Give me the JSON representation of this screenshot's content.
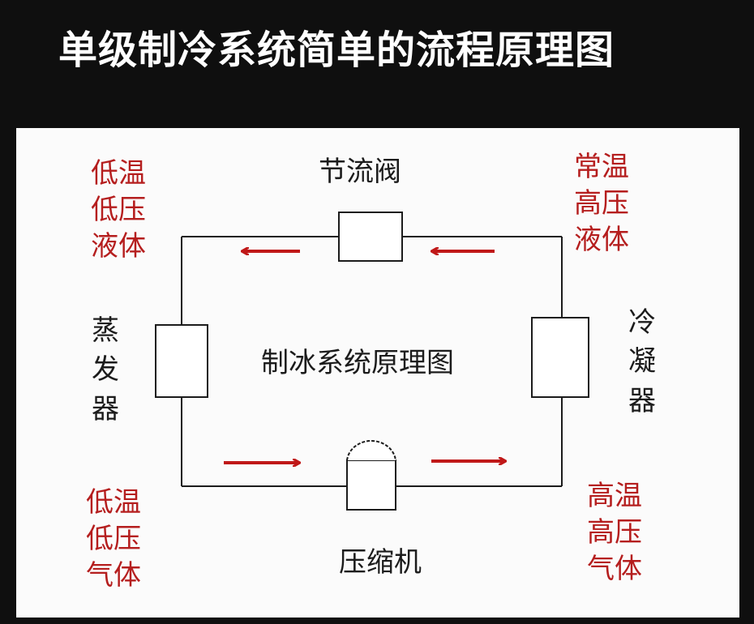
{
  "title": "单级制冷系统简单的流程原理图",
  "diagram": {
    "center_label": "制冰系统原理图",
    "components": {
      "throttle_valve": "节流阀",
      "evaporator": "蒸发器",
      "condenser": "冷凝器",
      "compressor": "压缩机"
    },
    "states": {
      "top_left": [
        "低温",
        "低压",
        "液体"
      ],
      "top_right": [
        "常温",
        "高压",
        "液体"
      ],
      "bottom_left": [
        "低温",
        "低压",
        "气体"
      ],
      "bottom_right": [
        "高温",
        "高压",
        "气体"
      ]
    },
    "colors": {
      "state_text": "#b51e1e",
      "arrow": "#c01818",
      "line": "#1c1c1c"
    }
  }
}
